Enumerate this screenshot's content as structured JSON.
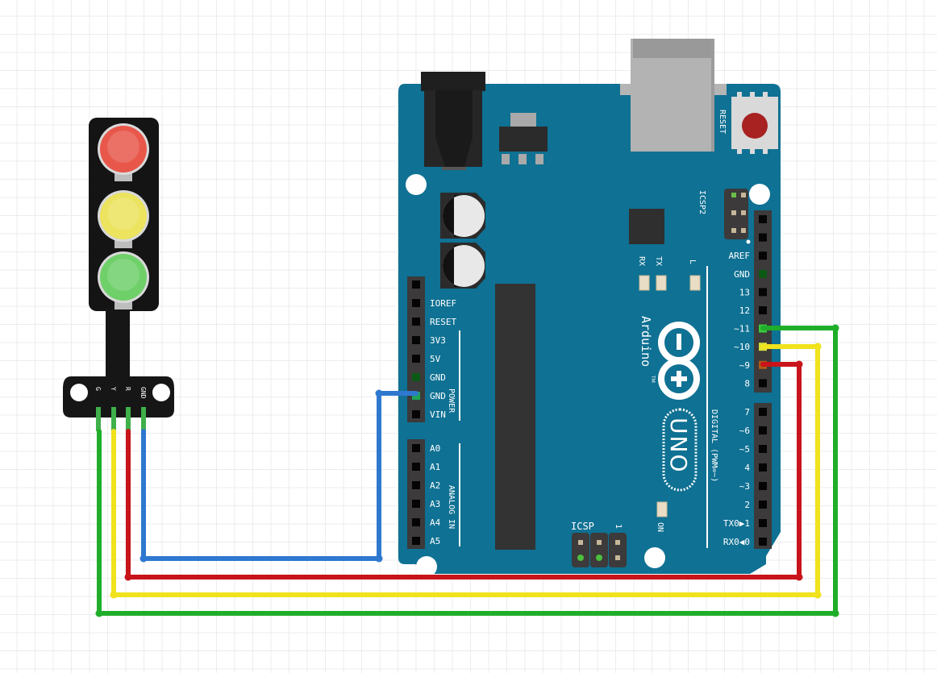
{
  "diagram": {
    "board": {
      "brand": "Arduino",
      "trademark": "TM",
      "model": "UNO",
      "reset_label": "RESET",
      "icsp_label": "ICSP",
      "icsp2_label": "ICSP2",
      "icsp_pin1_label": "1",
      "on_led_label": "ON",
      "led_labels": {
        "rx": "RX",
        "tx": "TX",
        "l": "L"
      },
      "power_section_label": "POWER",
      "analog_section_label": "ANALOG IN",
      "digital_section_label": "DIGITAL (PWM=~)",
      "power_pins": [
        "",
        "IOREF",
        "RESET",
        "3V3",
        "5V",
        "GND",
        "GND",
        "VIN"
      ],
      "analog_pins": [
        "A0",
        "A1",
        "A2",
        "A3",
        "A4",
        "A5"
      ],
      "digital_pins_high": [
        "",
        "",
        "AREF",
        "GND",
        "13",
        "12",
        "~11",
        "~10",
        "~9",
        "8"
      ],
      "digital_pins_low": [
        "7",
        "~6",
        "~5",
        "4",
        "~3",
        "2",
        "TX0▶1",
        "RX0◀0"
      ],
      "colors": {
        "pcb": "#0f7193",
        "header": "#3c3a3a",
        "silk": "#ffffff"
      }
    },
    "traffic_light": {
      "lights": [
        {
          "name": "red",
          "color": "#e8574a"
        },
        {
          "name": "yellow",
          "color": "#ece35e"
        },
        {
          "name": "green",
          "color": "#6fd06a"
        }
      ],
      "pin_labels": [
        "G",
        "Y",
        "R",
        "GND"
      ]
    },
    "wires": [
      {
        "from": "GND",
        "to": "GND",
        "color": "#2f78d0"
      },
      {
        "from": "R",
        "to": "~9",
        "color": "#c8141a"
      },
      {
        "from": "Y",
        "to": "~10",
        "color": "#f0e21c"
      },
      {
        "from": "G",
        "to": "~11",
        "color": "#1fae2a"
      }
    ]
  }
}
